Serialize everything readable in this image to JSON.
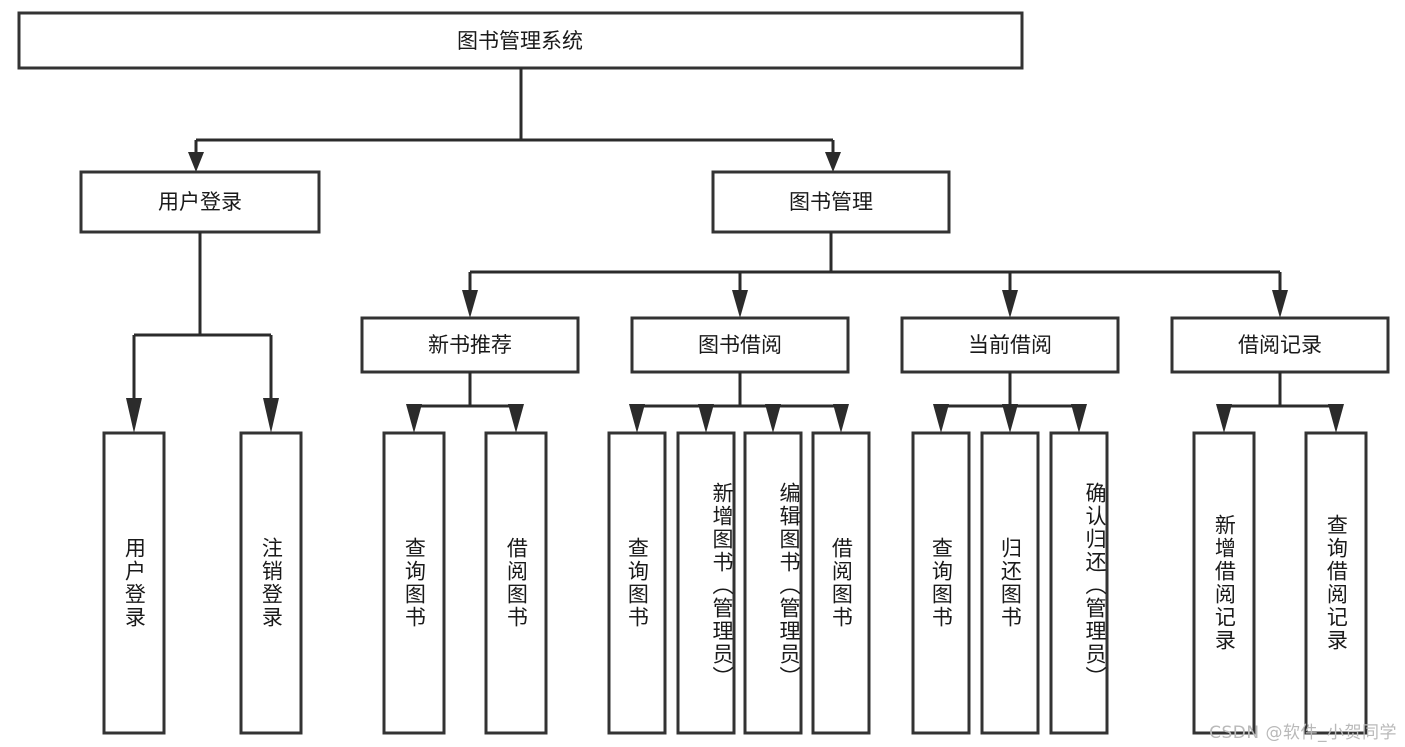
{
  "diagram": {
    "type": "tree-hierarchy",
    "title": "图书管理系统",
    "watermark": "CSDN @软件_小贺同学",
    "colors": {
      "box_stroke": "#333333",
      "box_fill": "#ffffff",
      "connector": "#2b2b2b",
      "text": "#1a1a1a",
      "background": "#ffffff",
      "watermark": "#b9b9b9"
    },
    "root": {
      "label": "图书管理系统"
    },
    "level2": [
      {
        "label": "用户登录"
      },
      {
        "label": "图书管理"
      }
    ],
    "level3": [
      {
        "label": "新书推荐"
      },
      {
        "label": "图书借阅"
      },
      {
        "label": "当前借阅"
      },
      {
        "label": "借阅记录"
      }
    ],
    "leaves": {
      "user_login": [
        {
          "label": "用户登录"
        },
        {
          "label": "注销登录"
        }
      ],
      "new_book": [
        {
          "label": "查询图书"
        },
        {
          "label": "借阅图书"
        }
      ],
      "book_borrow": [
        {
          "label": "查询图书"
        },
        {
          "label": "新增图书（管理员）"
        },
        {
          "label": "编辑图书（管理员）"
        },
        {
          "label": "借阅图书"
        }
      ],
      "current_borrow": [
        {
          "label": "查询图书"
        },
        {
          "label": "归还图书"
        },
        {
          "label": "确认归还（管理员）"
        }
      ],
      "borrow_record": [
        {
          "label": "新增借阅记录"
        },
        {
          "label": "查询借阅记录"
        }
      ]
    }
  }
}
